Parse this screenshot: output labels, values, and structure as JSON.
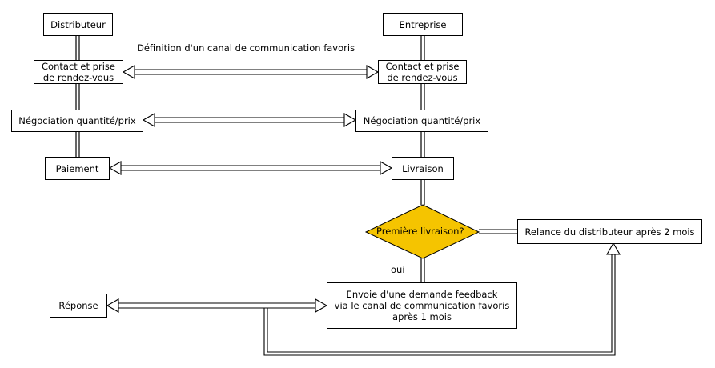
{
  "colors": {
    "decision_fill": "#f5c400",
    "stroke": "#000000",
    "background": "#ffffff"
  },
  "nodes": {
    "distributeur": "Distributeur",
    "entreprise": "Entreprise",
    "contact_left": "Contact et prise\nde rendez-vous",
    "contact_right": "Contact et prise\nde rendez-vous",
    "nego_left": "Négociation quantité/prix",
    "nego_right": "Négociation quantité/prix",
    "paiement": "Paiement",
    "livraison": "Livraison",
    "premiere_livraison": "Première livraison?",
    "relance": "Relance du distributeur après 2 mois",
    "feedback": "Envoie d'une demande feedback\nvia le canal de communication favoris\naprès 1 mois",
    "reponse": "Réponse"
  },
  "labels": {
    "canal": "Définition d'un canal de communication favoris",
    "oui": "oui"
  }
}
